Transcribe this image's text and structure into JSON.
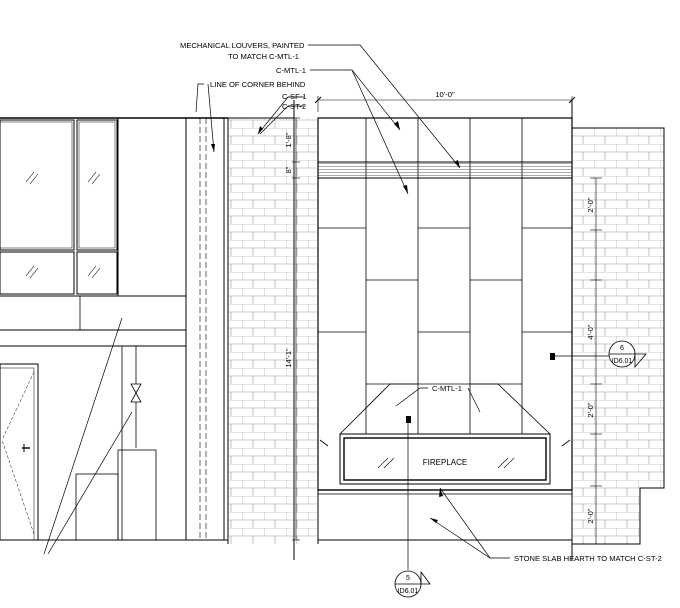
{
  "notes": {
    "louvers_line1": "MECHANICAL LOUVERS, PAINTED",
    "louvers_line2": "TO MATCH C-MTL-1",
    "cmtl1_top": "C-MTL-1",
    "line_of_corner": "LINE OF CORNER BEHIND",
    "csf1": "C-SF-1",
    "cst2": "C-ST-2",
    "cmtl1_lower": "C-MTL-1",
    "fireplace": "FIREPLACE",
    "stone_slab": "STONE SLAB HEARTH TO MATCH C-ST-2"
  },
  "dimensions": {
    "overall_width": "10'-0\"",
    "left_1": "1'-8\"",
    "left_2": "8\"",
    "left_height": "14'-1\"",
    "right_1": "2'-0\"",
    "right_2": "4'-0\"",
    "right_3": "2'-0\"",
    "right_4": "2'-0\""
  },
  "section_tags": [
    {
      "number": "6",
      "sheet": "ID6.01"
    },
    {
      "number": "5",
      "sheet": "ID6.01"
    }
  ],
  "colors": {
    "line": "#000000",
    "brick": "#9a9a9a",
    "background": "#ffffff"
  }
}
